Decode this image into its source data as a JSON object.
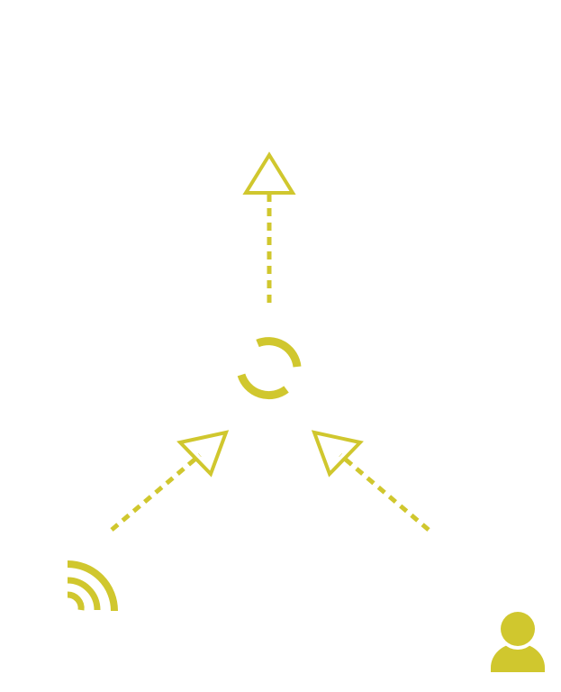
{
  "colors": {
    "accent": "#d0c72e",
    "background": "#ffffff"
  },
  "icons": {
    "center": "loading-spinner-icon",
    "bottom_left": "rss-feed-icon",
    "bottom_right": "user-icon"
  },
  "arrows": [
    {
      "name": "arrow-center-to-top",
      "style": "dotted",
      "head": "outlined-triangle"
    },
    {
      "name": "arrow-feed-to-center",
      "style": "dotted",
      "head": "outlined-triangle"
    },
    {
      "name": "arrow-user-to-center",
      "style": "dotted",
      "head": "outlined-triangle"
    }
  ]
}
